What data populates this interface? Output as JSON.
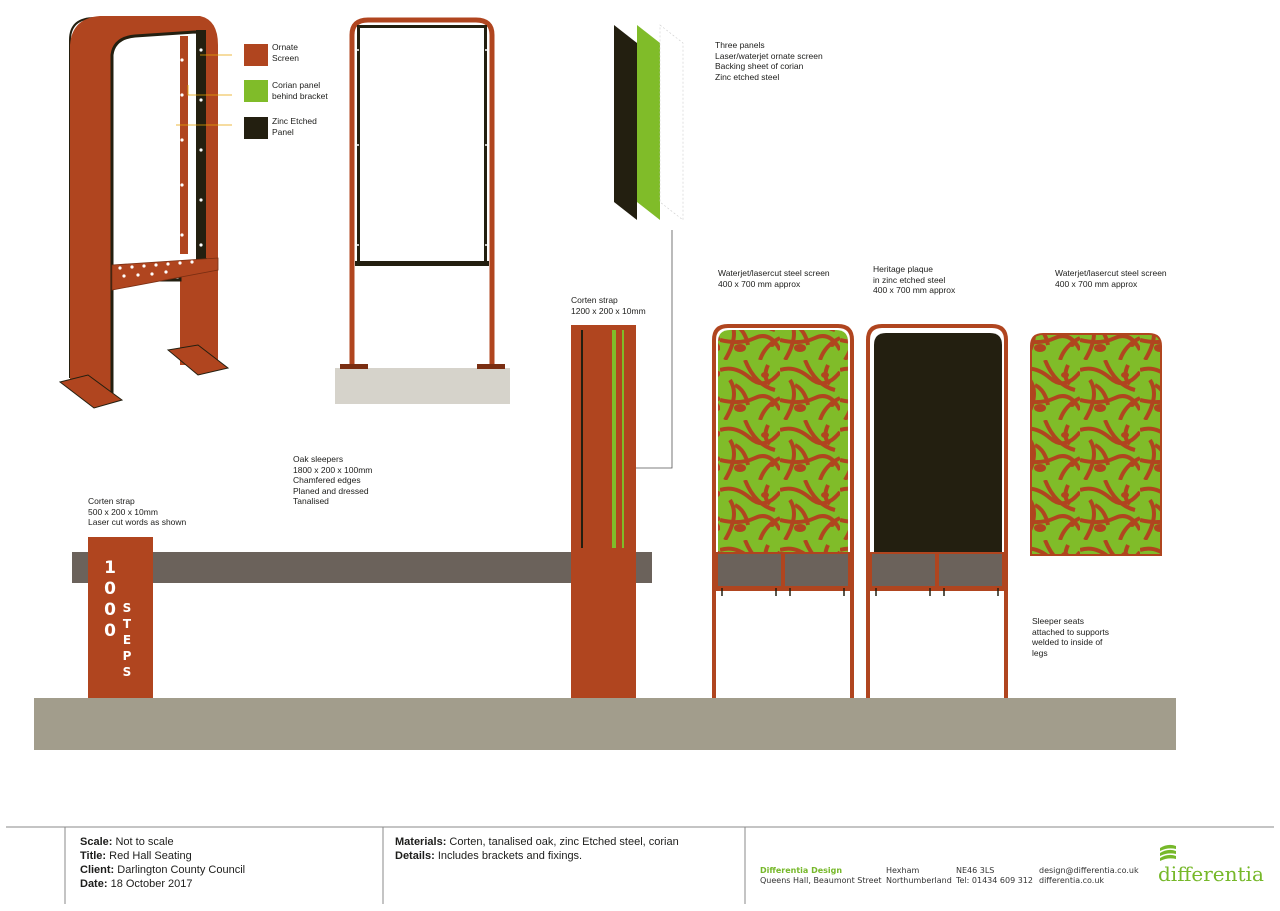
{
  "colors": {
    "corten": "#b0451f",
    "corian": "#80bc29",
    "zinc": "#231f10",
    "sleeper": "#6b625b",
    "ground": "#a29d8c",
    "concrete": "#d6d3cb"
  },
  "legend": [
    {
      "label": "Ornate\nScreen",
      "color": "#b0451f"
    },
    {
      "label": "Corian panel\nbehind bracket",
      "color": "#80bc29"
    },
    {
      "label": "Zinc Etched\nPanel",
      "color": "#231f10"
    }
  ],
  "notes": {
    "three_panels": "Three panels\nLaser/waterjet ornate screen\nBacking sheet of corian\nZinc etched steel",
    "screen_left": "Waterjet/lasercut steel screen\n400 x  700 mm approx",
    "heritage": "Heritage plaque\nin zinc etched steel\n400 x  700 mm approx",
    "screen_right": "Waterjet/lasercut steel screen\n400 x  700 mm approx",
    "corten_tall": "Corten strap\n1200 x 200 x 10mm",
    "oak": "Oak sleepers\n1800 x 200 x 100mm\nChamfered edges\nPlaned and dressed\nTanalised",
    "corten_short": "Corten strap\n500 x 200 x 10mm\nLaser cut words as shown",
    "sleeper_seats": "Sleeper seats\nattached to supports\nwelded to inside of\nlegs"
  },
  "strap_words": {
    "number": "1000",
    "word": "STEPS"
  },
  "title_block": {
    "scale_label": "Scale:",
    "scale": "Not to scale",
    "title_label": "Title:",
    "title": "Red Hall Seating",
    "client_label": "Client:",
    "client": "Darlington County Council",
    "date_label": "Date:",
    "date": "18 October 2017",
    "materials_label": "Materials:",
    "materials": "Corten, tanalised oak, zinc Etched steel, corian",
    "details_label": "Details:",
    "details": "Includes brackets and fixings."
  },
  "company": {
    "name": "Differentia Design",
    "address": "Queens Hall, Beaumont Street",
    "town": "Hexham",
    "county": "Northumberland",
    "postcode": "NE46 3LS",
    "tel": "Tel: 01434 609 312",
    "email": "design@differentia.co.uk",
    "web": "differentia.co.uk",
    "logo": "differentia"
  }
}
